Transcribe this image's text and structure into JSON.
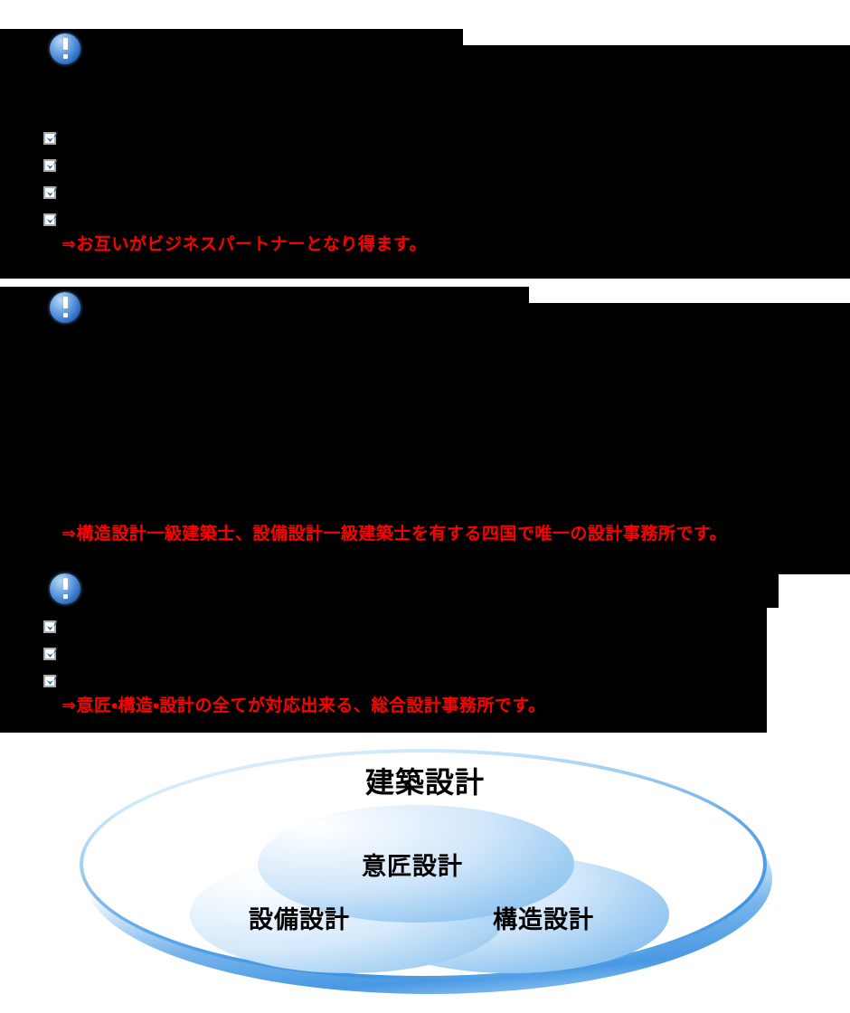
{
  "page": {
    "background_color": "#ffffff",
    "panel_color": "#000000",
    "accent_red": "#ff0000",
    "accent_blue": "#5b9bd5"
  },
  "sections": [
    {
      "id": "section-partner",
      "icon": "alert-exclamation-icon",
      "checklist": [
        "",
        "",
        "",
        ""
      ],
      "conclusion": "⇒お互いがビジネスパートナーとなり得ます。"
    },
    {
      "id": "section-qualification",
      "icon": "alert-exclamation-icon",
      "checklist": [],
      "conclusion": "⇒構造設計一級建築士、設備設計一級建築士を有する四国で唯一の設計事務所です。"
    },
    {
      "id": "section-total-design",
      "icon": "alert-exclamation-icon",
      "checklist": [
        "",
        "",
        ""
      ],
      "conclusion": "⇒意匠・構造・設計の全てが対応出来る、総合設計事務所です。"
    }
  ],
  "venn": {
    "title": "建築設計",
    "lobes": [
      {
        "id": "design",
        "label": "意匠設計"
      },
      {
        "id": "equipment",
        "label": "設備設計"
      },
      {
        "id": "structure",
        "label": "構造設計"
      }
    ]
  }
}
